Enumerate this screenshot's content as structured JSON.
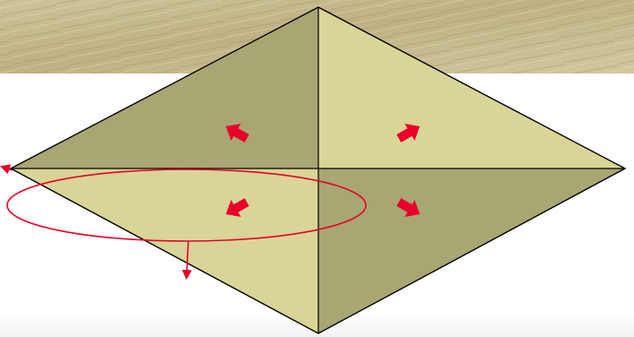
{
  "colors": {
    "page_background": "#ffffff",
    "texture_band_light": "#cfc39a",
    "texture_band_mid": "#b9aa7e",
    "texture_band_dark": "#a89867",
    "lower_fade": "#f2f2f2",
    "face_dark": "#a8a672",
    "face_light": "#d9d597",
    "outline": "#000000",
    "accent_red": "#e8002a"
  },
  "shape": {
    "type": "diamond-split-into-four-triangles",
    "faces": [
      {
        "name": "top-left",
        "shade": "dark"
      },
      {
        "name": "top-right",
        "shade": "light"
      },
      {
        "name": "bottom-left",
        "shade": "light"
      },
      {
        "name": "bottom-right",
        "shade": "dark"
      }
    ]
  },
  "arrows": [
    {
      "name": "arrow-top-left",
      "direction": "up-left"
    },
    {
      "name": "arrow-top-right",
      "direction": "up-right"
    },
    {
      "name": "arrow-bottom-left",
      "direction": "down-left"
    },
    {
      "name": "arrow-bottom-right",
      "direction": "down-right"
    }
  ],
  "loop": {
    "shape": "ellipse",
    "arrowheads": [
      "left-tip",
      "bottom-tail"
    ]
  }
}
